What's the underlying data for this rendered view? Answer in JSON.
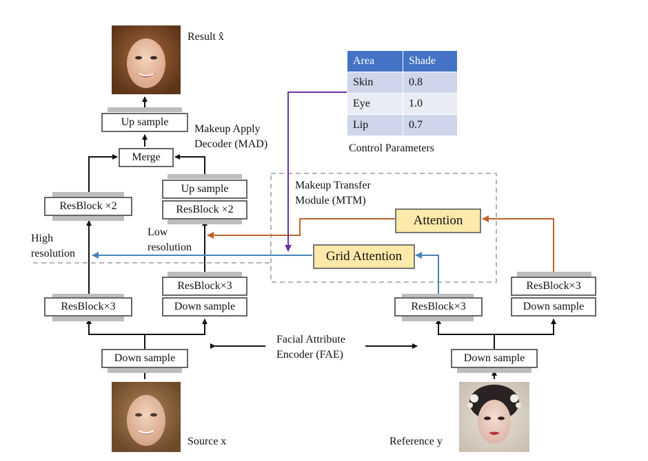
{
  "blocks": {
    "up_sample_top": "Up sample",
    "merge": "Merge",
    "up_sample_mid": "Up sample",
    "resblock_x2_left": "ResBlock ×2",
    "resblock_x2_mid": "ResBlock ×2",
    "resblock_x3_left": "ResBlock×3",
    "resblock_x3_mid": "ResBlock×3",
    "down_sample_mid": "Down sample",
    "down_sample_src": "Down sample",
    "resblock_x3_ref": "ResBlock×3",
    "resblock_x3_far": "ResBlock×3",
    "down_sample_far": "Down sample",
    "down_sample_ref": "Down sample"
  },
  "attention": {
    "attention": "Attention",
    "grid_attention": "Grid Attention"
  },
  "labels": {
    "result": "Result x̂",
    "source": "Source x",
    "reference": "Reference y",
    "mad_line1": "Makeup Apply",
    "mad_line2": "Decoder (MAD)",
    "mtm_line1": "Makeup Transfer",
    "mtm_line2": "Module (MTM)",
    "fae_line1": "Facial Attribute",
    "fae_line2": "Encoder (FAE)",
    "high_res_line1": "High",
    "high_res_line2": "resolution",
    "low_res_line1": "Low",
    "low_res_line2": "resolution",
    "control_parameters": "Control Parameters"
  },
  "control_table": {
    "headers": [
      "Area",
      "Shade"
    ],
    "rows": [
      [
        "Skin",
        "0.8"
      ],
      [
        "Eye",
        "1.0"
      ],
      [
        "Lip",
        "0.7"
      ]
    ]
  },
  "colors": {
    "orange_arrow": "#c0622a",
    "blue_arrow": "#4a82b8",
    "purple_arrow": "#7030a0",
    "table_header": "#4472c4",
    "attention_fill": "#fde9a9"
  },
  "images": {
    "result": "smiling-woman-face-with-makeup",
    "source": "smiling-woman-face",
    "reference": "woman-face-vintage-makeup"
  }
}
